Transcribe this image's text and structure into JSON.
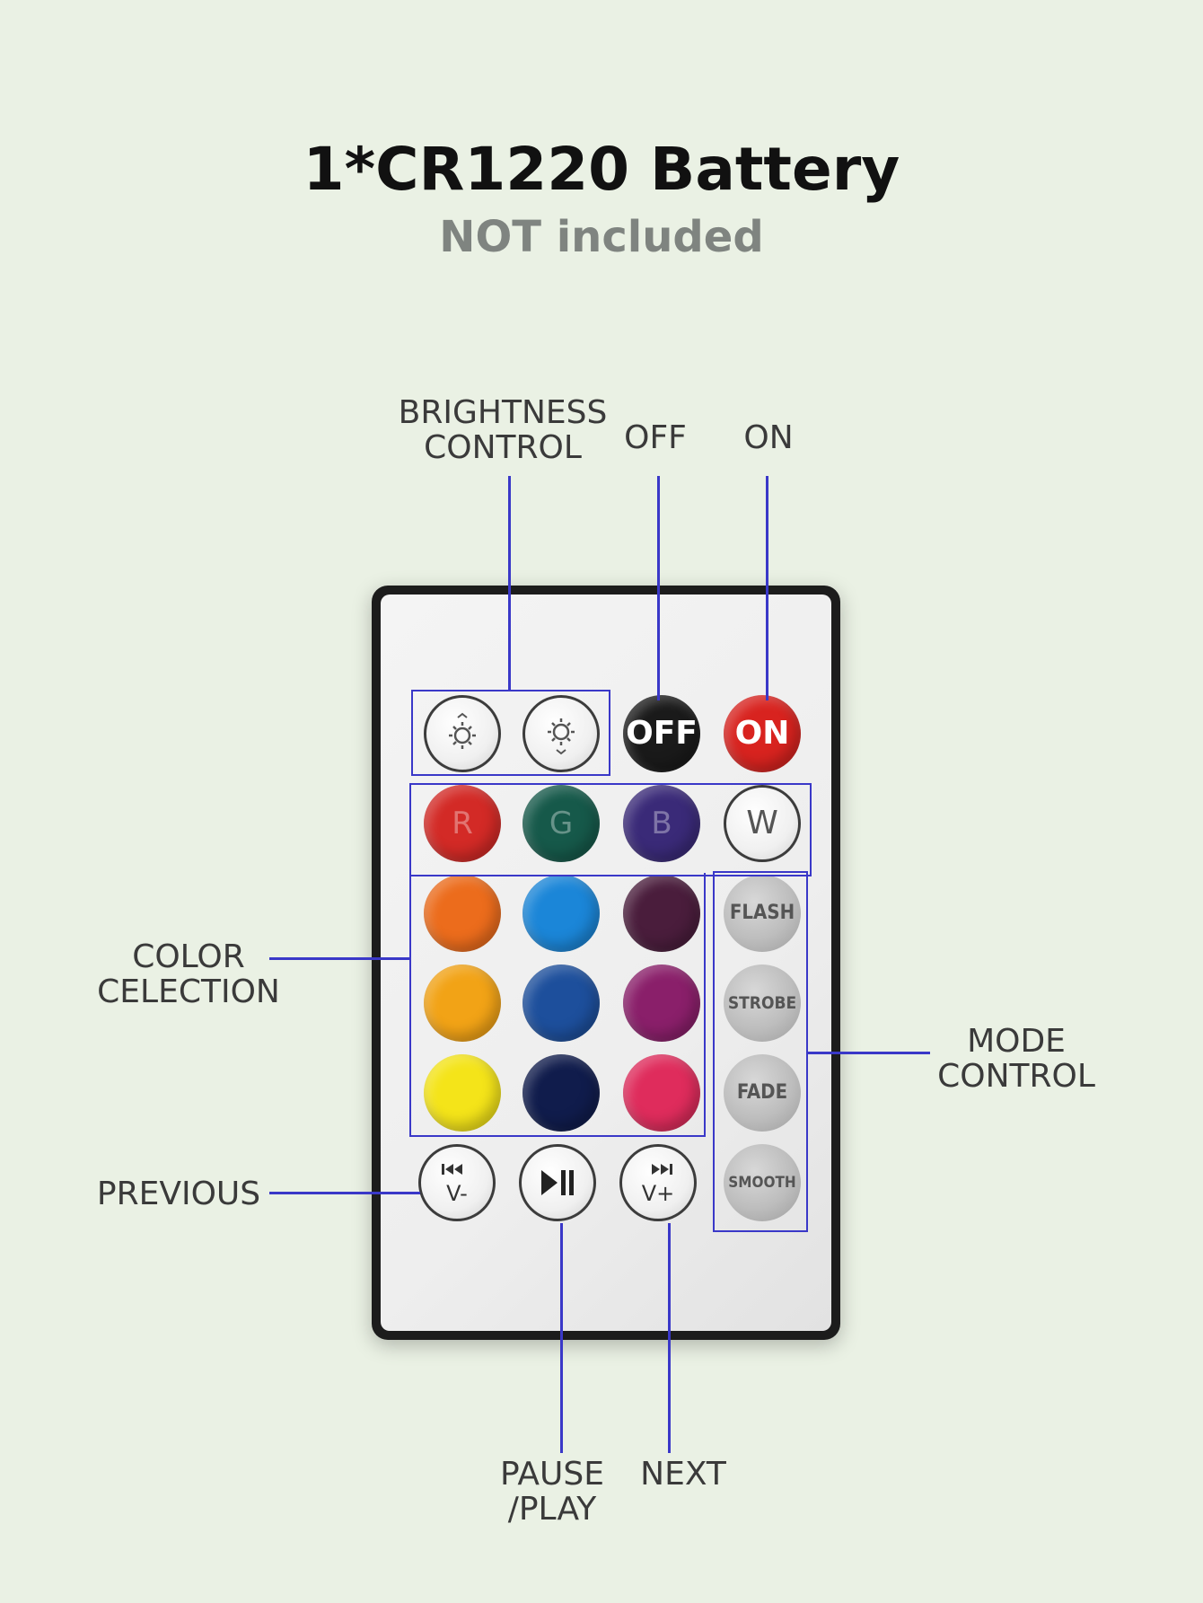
{
  "title": "1*CR1220 Battery",
  "subtitle": "NOT included",
  "callouts": {
    "brightness": [
      "BRIGHTNESS",
      "CONTROL"
    ],
    "off": "OFF",
    "on": "ON",
    "color": [
      "COLOR",
      "CELECTION"
    ],
    "mode": [
      "MODE",
      "CONTROL"
    ],
    "previous": "PREVIOUS",
    "pause": [
      "PAUSE",
      "/PLAY"
    ],
    "next": "NEXT"
  },
  "remote": {
    "off_label": "OFF",
    "on_label": "ON",
    "r_label": "R",
    "g_label": "G",
    "b_label": "B",
    "w_label": "W",
    "flash_label": "FLASH",
    "strobe_label": "STROBE",
    "fade_label": "FADE",
    "smooth_label": "SMOOTH",
    "prev_label": "V-",
    "next_label": "V+",
    "colors": {
      "off": "#1a1a1a",
      "on": "#d8231f",
      "r": "#d32a26",
      "g": "#16594a",
      "b": "#3a2a78",
      "row2": [
        "#ec6c1c",
        "#1b86d8",
        "#4a1d3c"
      ],
      "row3": [
        "#f2a316",
        "#1d4f9c",
        "#8a1f6a"
      ],
      "row4": [
        "#f4e419",
        "#101c4c",
        "#df2c5c"
      ]
    }
  }
}
